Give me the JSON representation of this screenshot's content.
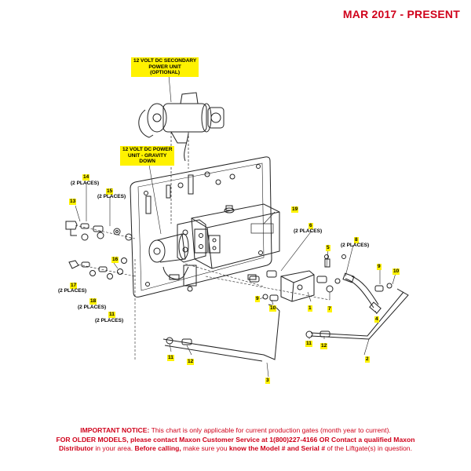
{
  "header": {
    "date_range": "MAR 2017 - PRESENT"
  },
  "callouts": {
    "secondary_power_unit": [
      "12 VOLT DC SECONDARY",
      "POWER UNIT",
      "(OPTIONAL)"
    ],
    "power_unit_gravity_down": [
      "12 VOLT DC POWER",
      "UNIT - GRAVITY",
      "DOWN"
    ]
  },
  "parts": {
    "p1": "1",
    "p2": "2",
    "p3": "3",
    "p4": "4",
    "p5": "5",
    "p6": "6",
    "p7": "7",
    "p8": "8",
    "p9a": "9",
    "p9b": "9",
    "p10a": "10",
    "p10b": "10",
    "p11a": "11",
    "p11b": "11",
    "p11c": "11",
    "p12a": "12",
    "p12b": "12",
    "p13": "13",
    "p14": "14",
    "p15": "15",
    "p16": "16",
    "p17": "17",
    "p18": "18",
    "p19": "19"
  },
  "quantities": {
    "q14": "(2 PLACES)",
    "q15": "(2 PLACES)",
    "q6": "(2 PLACES)",
    "q8": "(2 PLACES)",
    "q17": "(2 PLACES)",
    "q18": "(2 PLACES)",
    "q11": "(2 PLACES)"
  },
  "notice": {
    "line1_bold": "IMPORTANT NOTICE:",
    "line1_rest": " This chart is only applicable for current production gates (month year to current).",
    "line2_a": "FOR OLDER MODELS, please contact Maxon Customer Service at 1(800)227-4166 OR Contact a qualified Maxon",
    "line3_a": "Distributor",
    "line3_b": " in your area. ",
    "line3_c": "Before calling,",
    "line3_d": " make sure you ",
    "line3_e": "know the Model # and Serial #",
    "line3_f": " of the Liftgate(s) in question."
  }
}
